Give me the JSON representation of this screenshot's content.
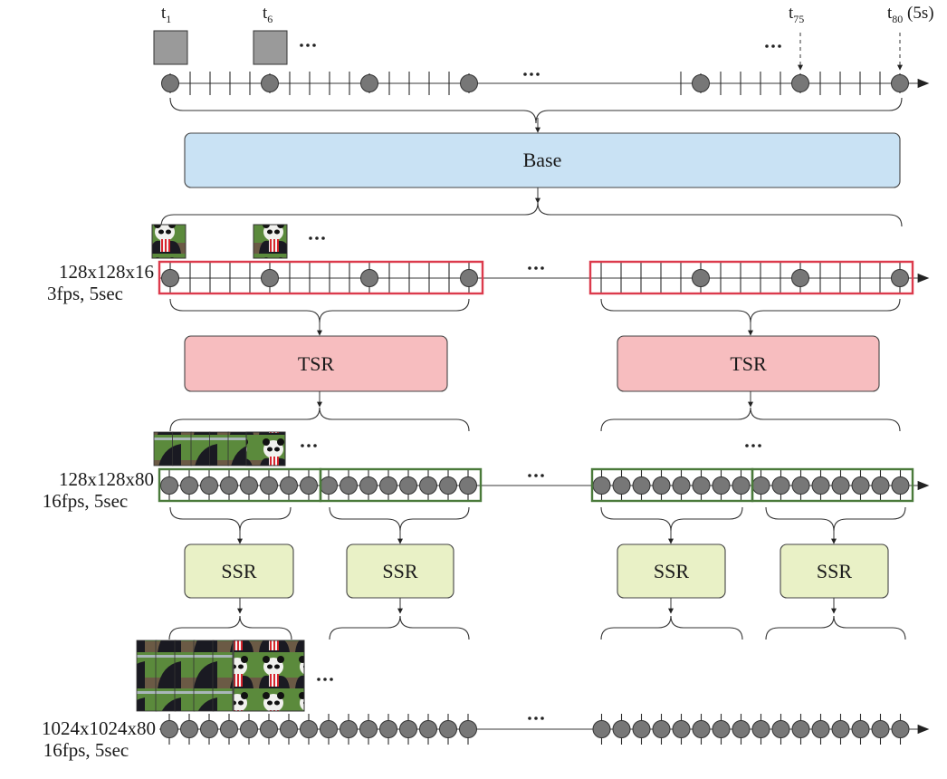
{
  "diagram": {
    "title": "Cascaded video generation pipeline",
    "colors": {
      "base": "#c9e2f4",
      "tsr": "#f7bdbf",
      "ssr": "#e9f1c6",
      "red_window": "#dc3a4c",
      "green_window": "#4a7a3a",
      "dot": "#777777",
      "frame_placeholder": "#9a9a9a"
    },
    "top_row": {
      "labels": [
        {
          "text": "t",
          "sub": "1"
        },
        {
          "text": "t",
          "sub": "6"
        },
        {
          "text": "t",
          "sub": "75"
        },
        {
          "text": "t",
          "sub": "80",
          "suffix": " (5s)"
        }
      ],
      "ellipsis": "…",
      "total_frames": 80,
      "keyframe_stride": 5
    },
    "modules": {
      "base": "Base",
      "tsr": "TSR",
      "ssr": "SSR"
    },
    "stages": [
      {
        "id": "stage-16",
        "resolution": "128x128x16",
        "rate": "3fps, 5sec"
      },
      {
        "id": "stage-80",
        "resolution": "128x128x80",
        "rate": "16fps, 5sec"
      },
      {
        "id": "stage-1024",
        "resolution": "1024x1024x80",
        "rate": "16fps, 5sec"
      }
    ],
    "ellipsis": "…"
  }
}
